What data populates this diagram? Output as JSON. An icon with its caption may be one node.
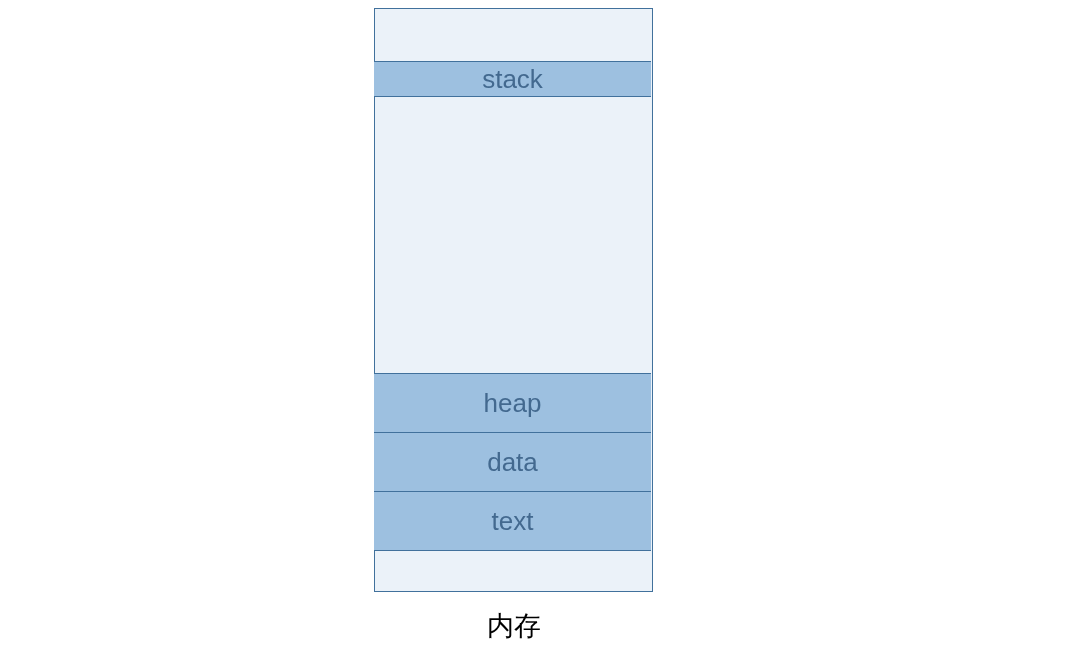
{
  "diagram": {
    "nodes": [
      {
        "text": [
          "内存"
        ]
      },
      {
        "text": [
          "stack"
        ],
        "in": 0
      },
      {
        "text": [
          "heap"
        ],
        "in": 0
      },
      {
        "text": [
          "data"
        ],
        "in": 0
      },
      {
        "text": [
          "text"
        ],
        "in": 0
      }
    ]
  }
}
